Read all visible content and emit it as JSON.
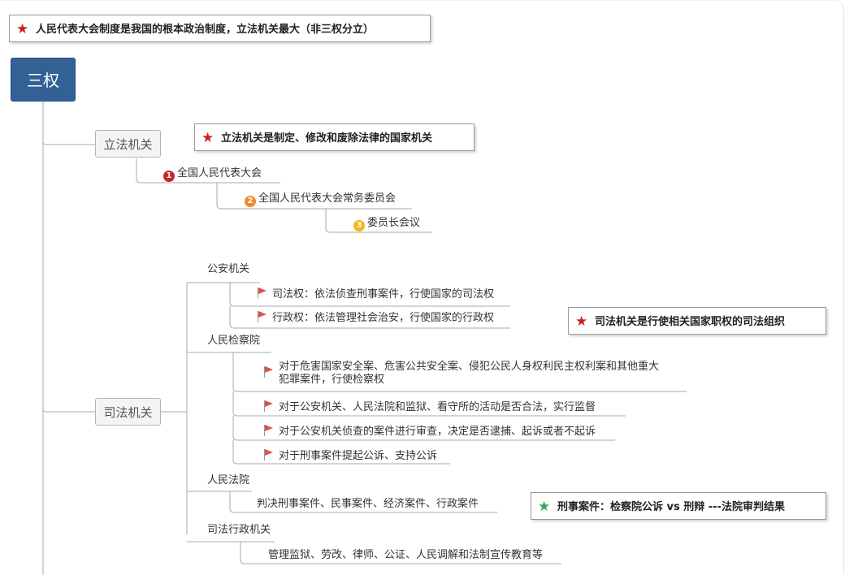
{
  "colors": {
    "root_bg": "#336195",
    "star_red": "#cc1f1f",
    "star_green": "#3aa35a",
    "num1": "#c9252f",
    "num2": "#f08a24",
    "num3": "#f5b417",
    "flag": "#d9534f",
    "line": "#aaaaaa"
  },
  "top_note": {
    "icon": "star-icon",
    "text": "人民代表大会制度是我国的根本政治制度，立法机关最大（非三权分立）"
  },
  "root": {
    "label": "三权"
  },
  "legislative": {
    "label": "立法机关",
    "note": {
      "icon": "star-icon",
      "text": "立法机关是制定、修改和废除法律的国家机关"
    },
    "items": [
      {
        "num": "1",
        "text": "全国人民代表大会"
      },
      {
        "num": "2",
        "text": "全国人民代表大会常务委员会"
      },
      {
        "num": "3",
        "text": "委员长会议"
      }
    ]
  },
  "judicial": {
    "label": "司法机关",
    "note": {
      "icon": "star-icon",
      "text": "司法机关是行使相关国家职权的司法组织"
    },
    "police": {
      "label": "公安机关",
      "items": [
        "司法权：依法侦查刑事案件，行使国家的司法权",
        "行政权：依法管理社会治安，行使国家的行政权"
      ]
    },
    "procuratorate": {
      "label": "人民检察院",
      "items": [
        "对于危害国家安全案、危害公共安全案、侵犯公民人身权利民主权利案和其他重大",
        "犯罪案件，行使检察权",
        "对于公安机关、人民法院和监狱、看守所的活动是否合法，实行监督",
        "对于公安机关侦查的案件进行审查，决定是否逮捕、起诉或者不起诉",
        "对于刑事案件提起公诉、支持公诉"
      ]
    },
    "court": {
      "label": "人民法院",
      "item": "判决刑事案件、民事案件、经济案件、行政案件",
      "note": {
        "icon": "star-icon",
        "text": "刑事案件：检察院公诉 vs 刑辩 ---法院审判结果"
      }
    },
    "admin": {
      "label": "司法行政机关",
      "item": "管理监狱、劳改、律师、公证、人民调解和法制宣传教育等"
    }
  }
}
